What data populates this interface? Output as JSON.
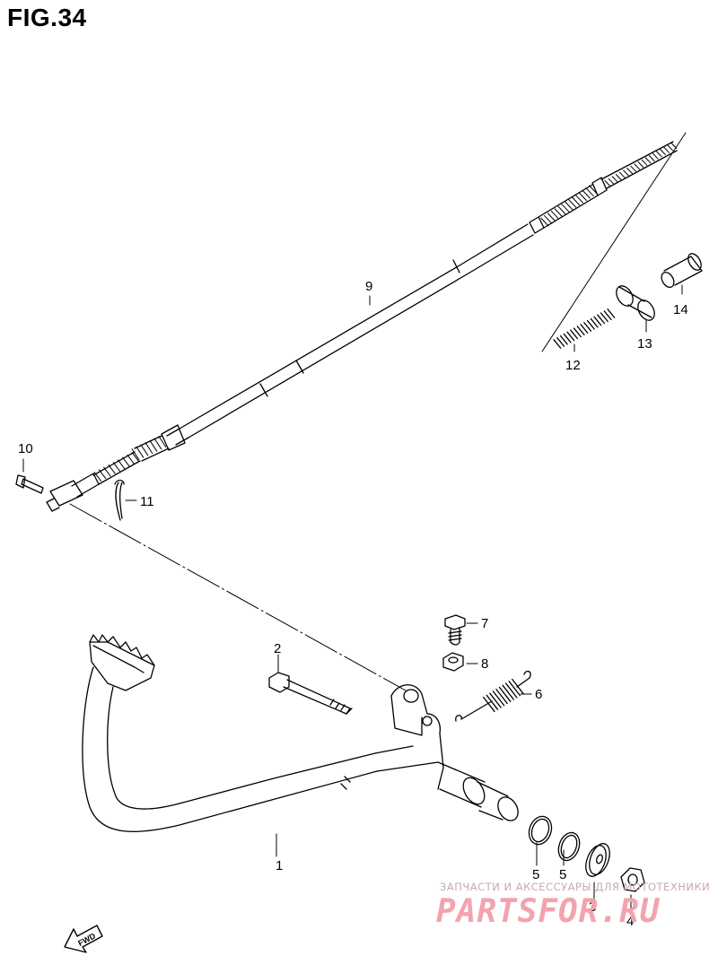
{
  "figure": {
    "title": "FIG.34"
  },
  "callouts": [
    {
      "id": "1",
      "label": "1",
      "part": "brake-pedal"
    },
    {
      "id": "2",
      "label": "2",
      "part": "pivot-bolt"
    },
    {
      "id": "3",
      "label": "3",
      "part": "washer"
    },
    {
      "id": "4",
      "label": "4",
      "part": "nut"
    },
    {
      "id": "5a",
      "label": "5",
      "part": "o-ring"
    },
    {
      "id": "5b",
      "label": "5",
      "part": "o-ring"
    },
    {
      "id": "6",
      "label": "6",
      "part": "return-spring"
    },
    {
      "id": "7",
      "label": "7",
      "part": "bolt"
    },
    {
      "id": "8",
      "label": "8",
      "part": "nut"
    },
    {
      "id": "9",
      "label": "9",
      "part": "brake-cable"
    },
    {
      "id": "10",
      "label": "10",
      "part": "pin"
    },
    {
      "id": "11",
      "label": "11",
      "part": "cotter-pin"
    },
    {
      "id": "12",
      "label": "12",
      "part": "spring"
    },
    {
      "id": "13",
      "label": "13",
      "part": "joint"
    },
    {
      "id": "14",
      "label": "14",
      "part": "pin"
    }
  ],
  "direction": {
    "label": "FWD",
    "icon": "fwd-arrow-icon"
  },
  "watermark": {
    "line1": "ЗАПЧАСТИ И АКСЕССУАРЫ ДЛЯ МОТОТЕХНИКИ",
    "line2": "PARTSFOR.RU",
    "color": "#f2a3ae"
  }
}
